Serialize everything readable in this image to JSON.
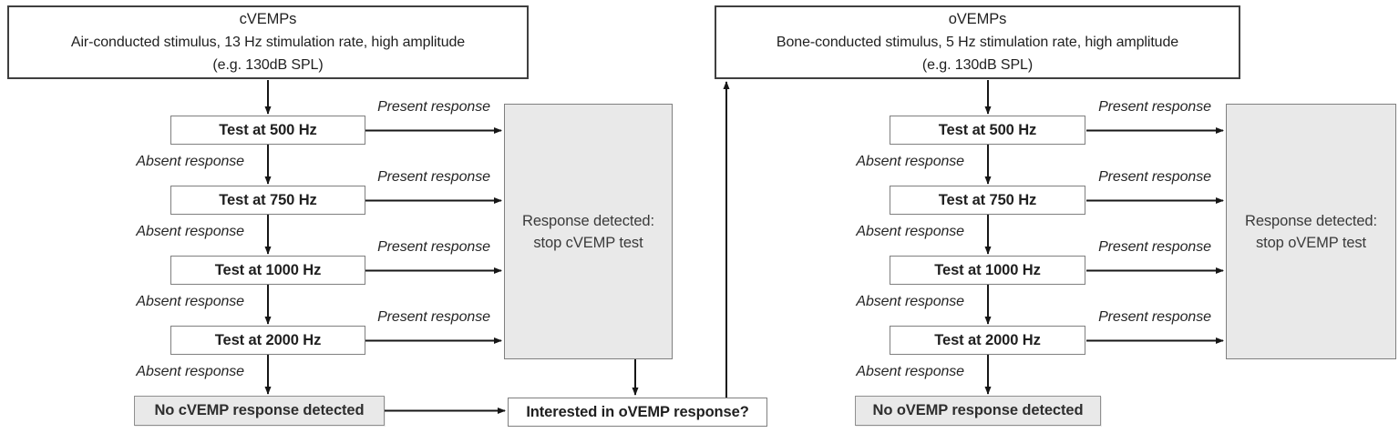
{
  "labels": {
    "absent": "Absent response",
    "present": "Present response"
  },
  "left": {
    "header": {
      "title": "cVEMPs",
      "subtitle": "Air-conducted stimulus, 13 Hz stimulation rate, high amplitude",
      "subtitle2": "(e.g. 130dB SPL)"
    },
    "tests": [
      "Test at 500 Hz",
      "Test at 750 Hz",
      "Test at 1000 Hz",
      "Test at 2000 Hz"
    ],
    "stop": {
      "line1": "Response detected:",
      "line2": "stop cVEMP test"
    },
    "no_response": "No cVEMP response detected"
  },
  "right": {
    "header": {
      "title": "oVEMPs",
      "subtitle": "Bone-conducted stimulus, 5 Hz stimulation rate, high amplitude",
      "subtitle2": "(e.g. 130dB SPL)"
    },
    "tests": [
      "Test at 500 Hz",
      "Test at 750 Hz",
      "Test at 1000 Hz",
      "Test at 2000 Hz"
    ],
    "stop": {
      "line1": "Response detected:",
      "line2": "stop oVEMP test"
    },
    "no_response": "No oVEMP response detected"
  },
  "interested": "Interested in oVEMP response?",
  "colors": {
    "gray_fill": "#e9e9e9",
    "border_dark": "#3f3f3f",
    "border_gray": "#7f7f7f",
    "arrow": "#161616",
    "text": "#1f1f1f"
  }
}
